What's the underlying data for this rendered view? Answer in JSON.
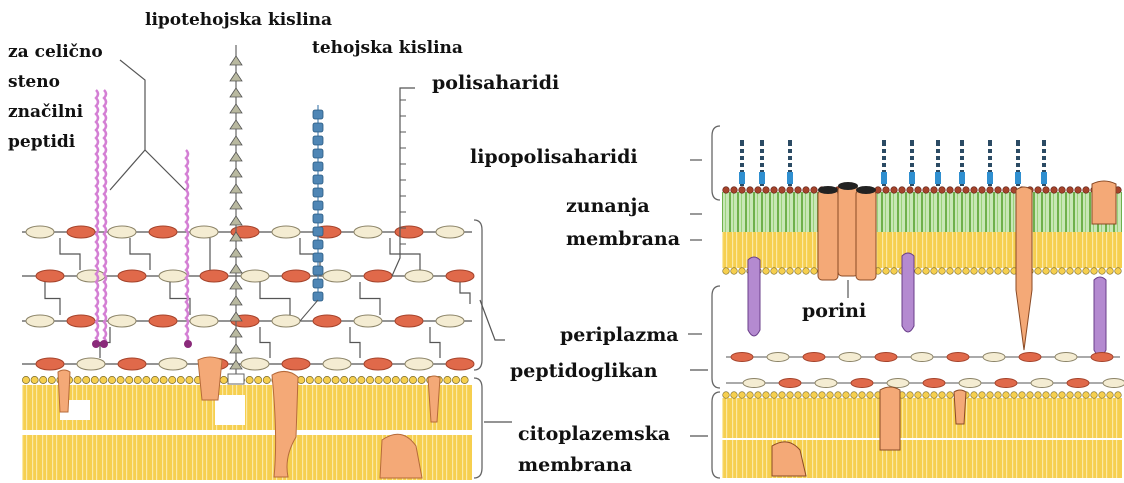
{
  "left_panel": {
    "labels": {
      "peptides_line1": "za celično",
      "peptides_line2": "steno",
      "peptides_line3": "značilni",
      "peptides_line4": "peptidi",
      "lipoteichoic": "lipotehojska kislina",
      "teichoic": "tehojska kislina",
      "polysaccharides": "polisaharidi"
    }
  },
  "right_panel": {
    "labels": {
      "lps": "lipopolisaharidi",
      "outer_membrane_line1": "zunanja",
      "outer_membrane_line2": "membrana",
      "porins": "porini",
      "periplasm": "periplazma",
      "peptidoglycan": "peptidoglikan",
      "cytoplasmic_line1": "citoplazemska",
      "cytoplasmic_line2": "membrana"
    }
  },
  "colors": {
    "membrane_yellow": "#f6cf4f",
    "membrane_stripe": "#fbe9a6",
    "glycan_cream": "#f4ecd2",
    "peptide_red": "#e0694a",
    "protein_orange": "#f4a977",
    "peptide_pink": "#d47fd4",
    "teichoic_blue": "#4f86b5",
    "lps_green": "#7fbf5a",
    "periplasm_purple": "#b48ad0"
  }
}
